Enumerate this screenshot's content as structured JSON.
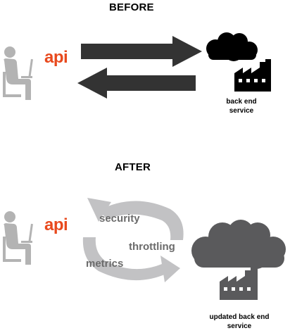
{
  "before": {
    "heading": "BEFORE",
    "api_label": "api",
    "service_label": "back end\nservice"
  },
  "after": {
    "heading": "AFTER",
    "api_label": "api",
    "cycle_labels": [
      "security",
      "throttling",
      "metrics"
    ],
    "service_label": "updated back end\nservice"
  },
  "colors": {
    "api": "#e8491d",
    "user_icon": "#b3b3b3",
    "arrow": "#333333",
    "cycle": "#c2c2c4",
    "cloud_before": "#000000",
    "cloud_after": "#5a5a5c"
  },
  "icons": [
    "user-at-laptop-icon",
    "cloud-icon",
    "factory-icon",
    "cycle-arrows-icon"
  ]
}
